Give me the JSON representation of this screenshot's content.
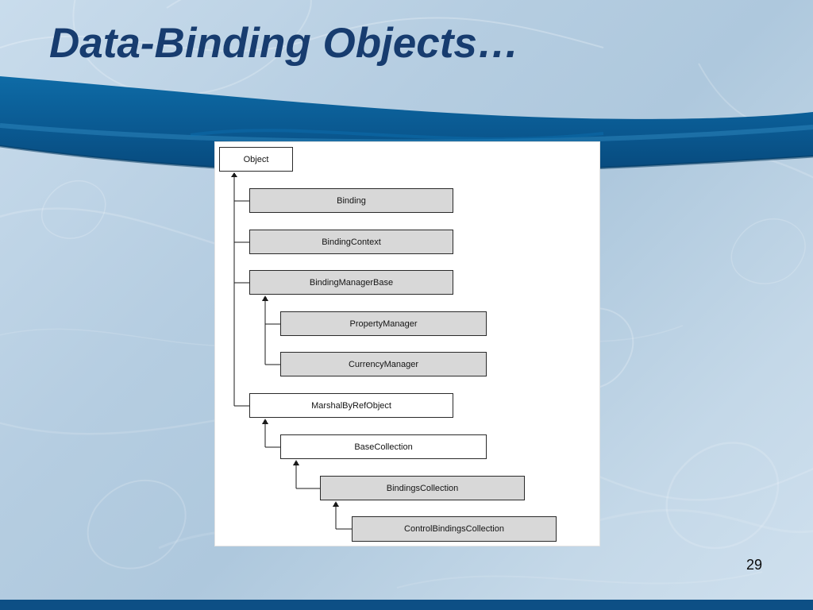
{
  "slide": {
    "title": "Data-Binding Objects…",
    "page_number": "29"
  },
  "diagram": {
    "description": "Class inheritance hierarchy of data-binding objects",
    "nodes": [
      {
        "label": "Object",
        "variant": "white",
        "parent": null
      },
      {
        "label": "Binding",
        "variant": "gray",
        "parent": "Object"
      },
      {
        "label": "BindingContext",
        "variant": "gray",
        "parent": "Object"
      },
      {
        "label": "BindingManagerBase",
        "variant": "gray",
        "parent": "Object"
      },
      {
        "label": "PropertyManager",
        "variant": "gray",
        "parent": "BindingManagerBase"
      },
      {
        "label": "CurrencyManager",
        "variant": "gray",
        "parent": "BindingManagerBase"
      },
      {
        "label": "MarshalByRefObject",
        "variant": "white",
        "parent": "Object"
      },
      {
        "label": "BaseCollection",
        "variant": "white",
        "parent": "MarshalByRefObject"
      },
      {
        "label": "BindingsCollection",
        "variant": "gray",
        "parent": "BaseCollection"
      },
      {
        "label": "ControlBindingsCollection",
        "variant": "gray",
        "parent": "BindingsCollection"
      }
    ]
  },
  "colors": {
    "title": "#173c6f",
    "panel": "#ffffff",
    "box_gray": "#d8d8d8",
    "box_white": "#ffffff",
    "wave_top": "#0e6ba6",
    "wave_bottom": "#07497c",
    "footer_bar": "#0d4f85",
    "background": "#b9d0e3"
  }
}
